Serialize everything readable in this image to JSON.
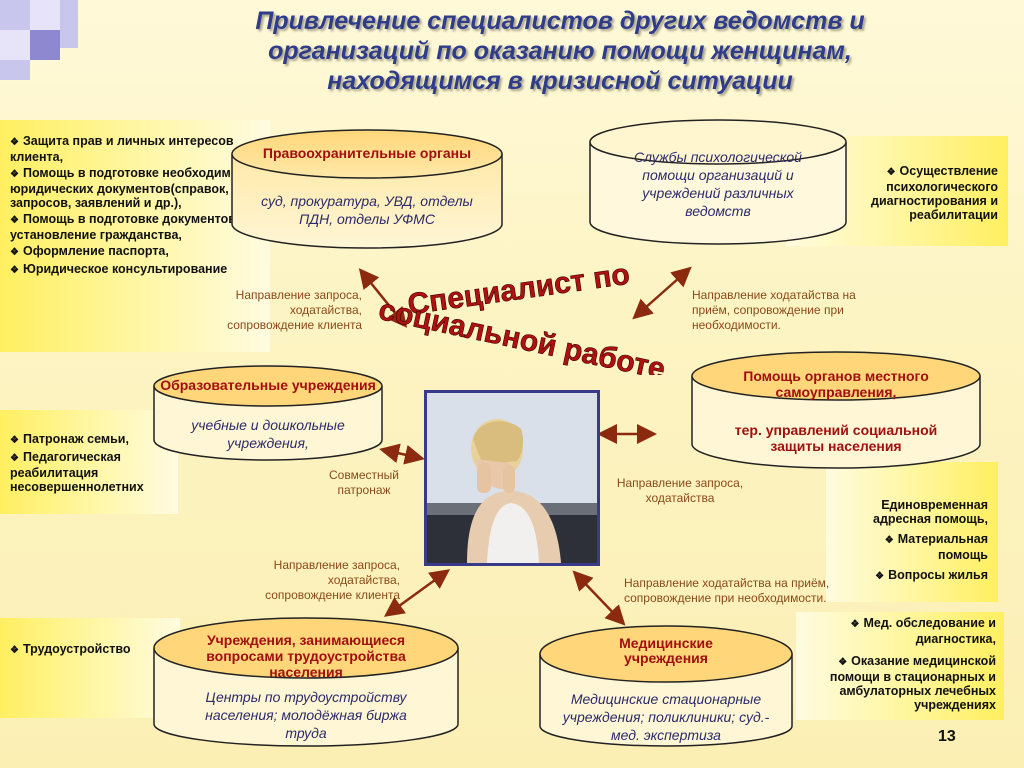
{
  "title_lines": [
    "Привлечение специалистов других ведомств и",
    "организаций по  оказанию помощи женщинам,",
    "находящимся в кризисной ситуации"
  ],
  "center": {
    "line1": "Специалист по",
    "line2": "социальной работе"
  },
  "panels": {
    "law_rights": [
      "Защита прав и личных интересов клиента,",
      "Помощь в подготовке необходимых  юридических документов(справок, запросов, заявлений и др.),",
      "Помощь в подготовке документов на установление гражданства,",
      "Оформление паспорта,",
      "Юридическое консультирование"
    ],
    "psych": [
      "Осуществление психологического диагностирования и реабилитации"
    ],
    "family": [
      "Патронаж семьи,",
      "Педагогическая реабилитация несовершеннолетних"
    ],
    "social": [
      "Единовременная адресная помощь,",
      "Материальная помощь",
      "Вопросы жилья"
    ],
    "employment": [
      "Трудоустройство"
    ],
    "medical": [
      "Мед. обследование и диагностика,",
      "Оказание медицинской помощи в стационарных  и амбулаторных лечебных учреждениях"
    ]
  },
  "cylinders": {
    "law": {
      "heading": "Правоохранительные органы",
      "body": "суд, прокуратура, УВД, отделы ПДН, отделы УФМС"
    },
    "psych": {
      "heading": "",
      "body": "Службы психологической помощи  организаций и учреждений различных ведомств"
    },
    "edu": {
      "heading": "Образовательные учреждения",
      "body": "учебные и дошкольные учреждения,"
    },
    "local": {
      "heading": "Помощь органов местного самоуправления,",
      "body": "тер. управлений социальной защиты населения"
    },
    "employ": {
      "heading": "Учреждения, занимающиеся вопросами трудоустройства населения",
      "body": "Центры  по трудоустройству населения; молодёжная биржа труда"
    },
    "med": {
      "heading": "Медицинские учреждения",
      "body": "Медицинские стационарные учреждения; поликлиники; суд.-мед. экспертиза"
    }
  },
  "notes": {
    "top_left": "Направление запроса, ходатайства, сопровождение клиента",
    "top_right": "Направление ходатайства на приём, сопровождение при необходимости.",
    "mid_left": "Совместный патронаж",
    "mid_right": "Направление запроса, ходатайства",
    "bottom_left": "Направление запроса, ходатайства, сопровождение клиента",
    "bottom_right": "Направление ходатайства на приём, сопровождение при необходимости."
  },
  "bullet_marker": "❖",
  "page_number": "13",
  "colors": {
    "title": "#2e3c8a",
    "heading": "#a01010",
    "note": "#8a4a1a",
    "arrow": "#8b2a0e",
    "panel": "#ffef60"
  }
}
